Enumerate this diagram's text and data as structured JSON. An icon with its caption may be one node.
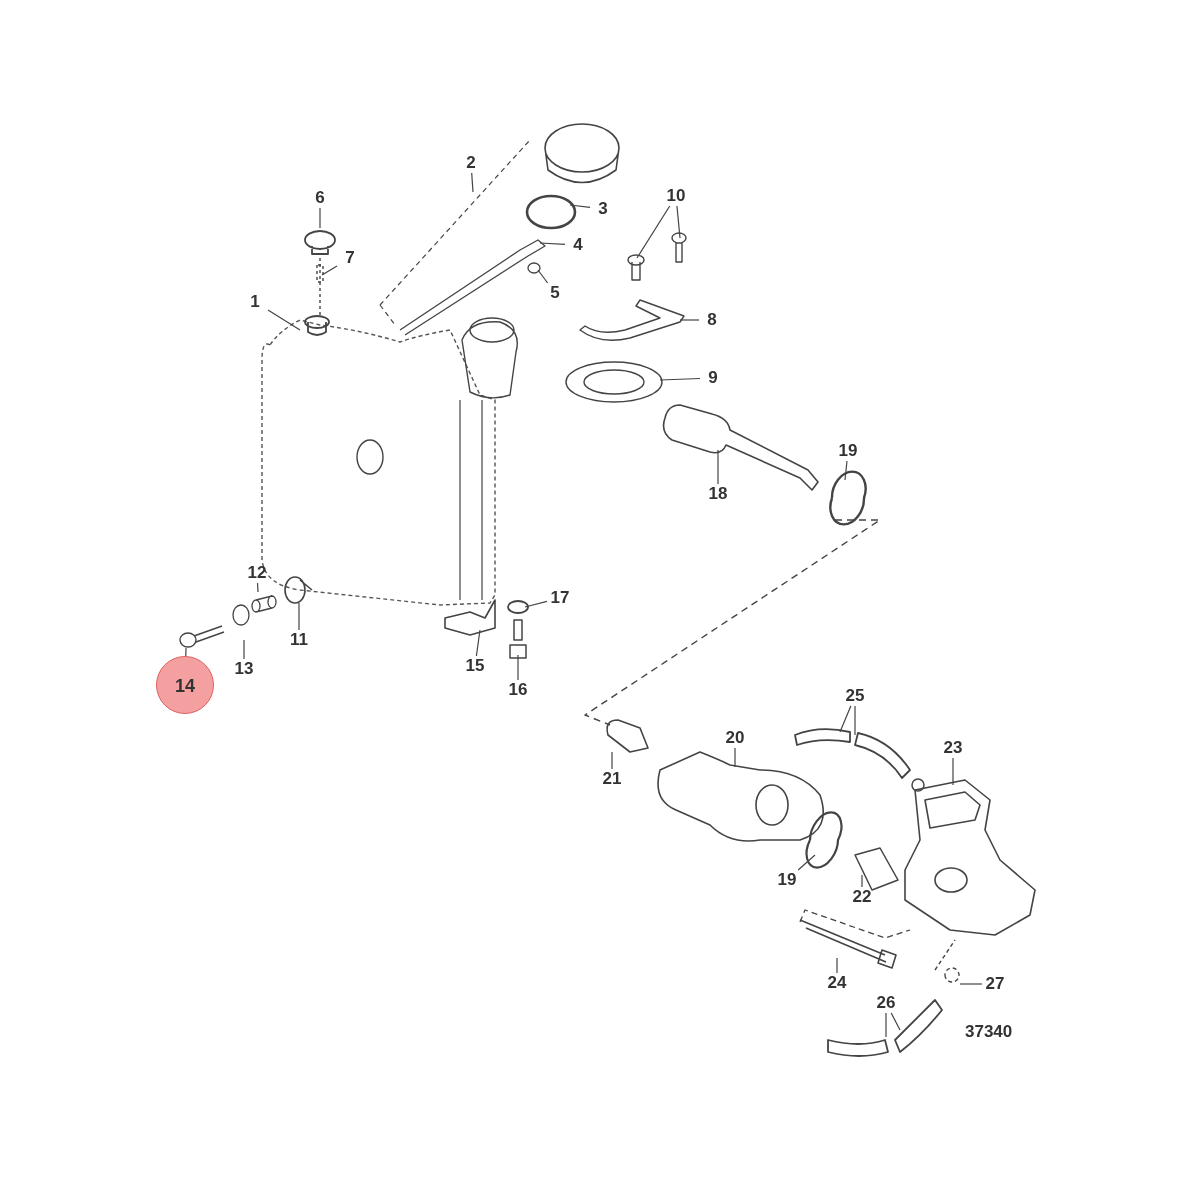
{
  "diagram": {
    "nodes": [
      {
        "text": [
          "1"
        ]
      },
      {
        "text": [
          "2"
        ]
      },
      {
        "text": [
          "3"
        ]
      },
      {
        "text": [
          "4"
        ]
      },
      {
        "text": [
          "5"
        ]
      },
      {
        "text": [
          "6"
        ]
      },
      {
        "text": [
          "7"
        ]
      },
      {
        "text": [
          "8"
        ]
      },
      {
        "text": [
          "9"
        ]
      },
      {
        "text": [
          "10"
        ]
      },
      {
        "text": [
          "11"
        ]
      },
      {
        "text": [
          "12"
        ]
      },
      {
        "text": [
          "13"
        ]
      },
      {
        "text": [
          "14"
        ]
      },
      {
        "text": [
          "15"
        ]
      },
      {
        "text": [
          "16"
        ]
      },
      {
        "text": [
          "17"
        ]
      },
      {
        "text": [
          "18"
        ]
      },
      {
        "text": [
          "19"
        ]
      },
      {
        "text": [
          "20"
        ]
      },
      {
        "text": [
          "21"
        ]
      },
      {
        "text": [
          "19"
        ]
      },
      {
        "text": [
          "22"
        ]
      },
      {
        "text": [
          "23"
        ]
      },
      {
        "text": [
          "24"
        ]
      },
      {
        "text": [
          "25"
        ]
      },
      {
        "text": [
          "26"
        ]
      },
      {
        "text": [
          "27"
        ]
      }
    ],
    "edges": [
      {
        "from": 0,
        "to": null,
        "arrow": "none"
      },
      {
        "from": 1,
        "to": null,
        "arrow": "none"
      },
      {
        "from": 2,
        "to": null,
        "arrow": "none"
      },
      {
        "from": 3,
        "to": null,
        "arrow": "none"
      },
      {
        "from": 4,
        "to": null,
        "arrow": "none"
      },
      {
        "from": 5,
        "to": null,
        "arrow": "none"
      },
      {
        "from": 6,
        "to": null,
        "arrow": "none"
      },
      {
        "from": 7,
        "to": null,
        "arrow": "none"
      },
      {
        "from": 8,
        "to": null,
        "arrow": "none"
      },
      {
        "from": 9,
        "to": null,
        "arrow": "none"
      },
      {
        "from": 9,
        "to": null,
        "arrow": "none"
      },
      {
        "from": 10,
        "to": null,
        "arrow": "none"
      },
      {
        "from": 11,
        "to": null,
        "arrow": "none"
      },
      {
        "from": 12,
        "to": null,
        "arrow": "none"
      },
      {
        "from": 13,
        "to": null,
        "arrow": "none"
      },
      {
        "from": 14,
        "to": null,
        "arrow": "none"
      },
      {
        "from": 15,
        "to": null,
        "arrow": "none"
      },
      {
        "from": 16,
        "to": null,
        "arrow": "none"
      },
      {
        "from": 17,
        "to": null,
        "arrow": "none"
      },
      {
        "from": 18,
        "to": null,
        "arrow": "none"
      },
      {
        "from": 19,
        "to": null,
        "arrow": "none"
      },
      {
        "from": 20,
        "to": null,
        "arrow": "none"
      },
      {
        "from": 21,
        "to": null,
        "arrow": "none"
      },
      {
        "from": 22,
        "to": null,
        "arrow": "none"
      },
      {
        "from": 23,
        "to": null,
        "arrow": "none"
      },
      {
        "from": 24,
        "to": null,
        "arrow": "none"
      },
      {
        "from": 25,
        "to": null,
        "arrow": "none"
      },
      {
        "from": 25,
        "to": null,
        "arrow": "none"
      },
      {
        "from": 26,
        "to": null,
        "arrow": "none"
      },
      {
        "from": 26,
        "to": null,
        "arrow": "none"
      },
      {
        "from": 27,
        "to": null,
        "arrow": "none"
      }
    ],
    "labels": [
      "37340"
    ]
  }
}
